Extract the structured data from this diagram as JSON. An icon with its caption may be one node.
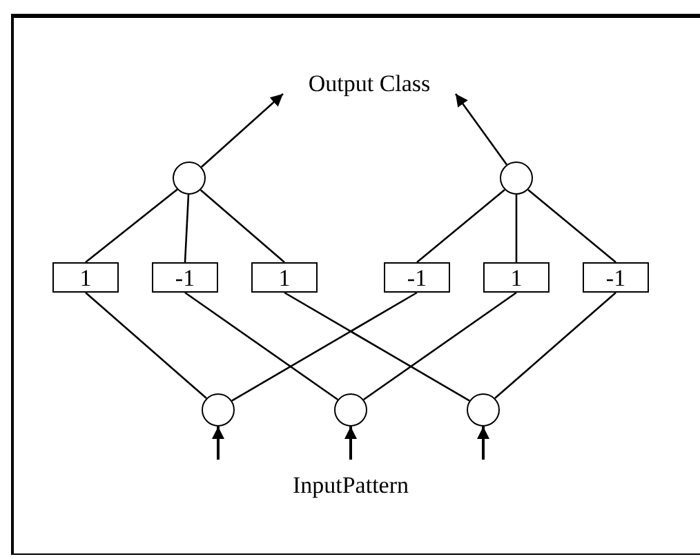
{
  "diagram": {
    "nodes": [
      {
        "text": [
          "Output Class"
        ]
      },
      {
        "text": [],
        "shape": "circle"
      },
      {
        "text": [],
        "shape": "circle"
      },
      {
        "text": [
          "1"
        ]
      },
      {
        "text": [
          "-1"
        ]
      },
      {
        "text": [
          "1"
        ]
      },
      {
        "text": [
          "-1"
        ]
      },
      {
        "text": [
          "1"
        ]
      },
      {
        "text": [
          "-1"
        ]
      },
      {
        "text": [],
        "shape": "circle"
      },
      {
        "text": [],
        "shape": "circle"
      },
      {
        "text": [],
        "shape": "circle"
      }
    ],
    "edges": [
      {
        "from": 1,
        "to": 0,
        "arrow": "to"
      },
      {
        "from": 2,
        "to": 0,
        "arrow": "to"
      },
      {
        "from": 1,
        "to": 3,
        "arrow": "none"
      },
      {
        "from": 1,
        "to": 4,
        "arrow": "none"
      },
      {
        "from": 1,
        "to": 5,
        "arrow": "none"
      },
      {
        "from": 2,
        "to": 6,
        "arrow": "none"
      },
      {
        "from": 2,
        "to": 7,
        "arrow": "none"
      },
      {
        "from": 2,
        "to": 8,
        "arrow": "none"
      },
      {
        "from": 3,
        "to": 9,
        "arrow": "none"
      },
      {
        "from": 6,
        "to": 9,
        "arrow": "none"
      },
      {
        "from": 4,
        "to": 10,
        "arrow": "none"
      },
      {
        "from": 7,
        "to": 10,
        "arrow": "none"
      },
      {
        "from": 5,
        "to": 11,
        "arrow": "none"
      },
      {
        "from": 8,
        "to": 11,
        "arrow": "none"
      },
      {
        "from": null,
        "to": 9,
        "arrow": "to"
      },
      {
        "from": null,
        "to": 10,
        "arrow": "to"
      },
      {
        "from": null,
        "to": 11,
        "arrow": "to"
      }
    ],
    "labels": [
      "InputPattern"
    ]
  }
}
